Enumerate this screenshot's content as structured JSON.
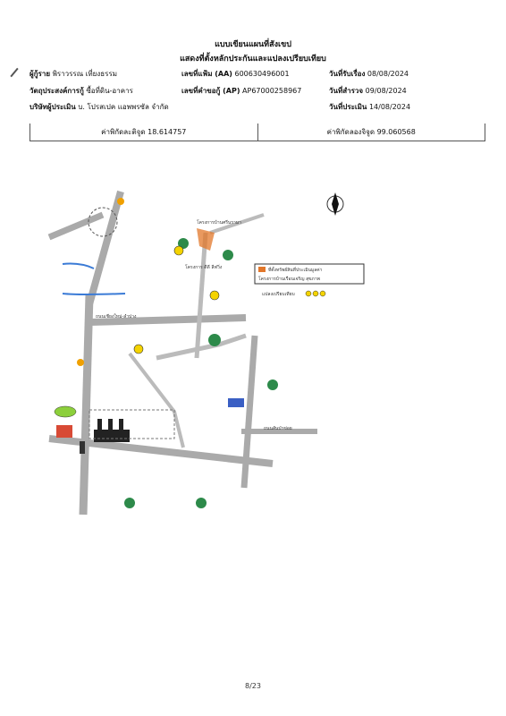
{
  "title_line1": "แบบเขียนแผนที่สังเขป",
  "title_line2": "แสดงที่ตั้งหลักประกันและแปลงเปรียบเทียบ",
  "info": {
    "applicant_label": "ผู้กู้ราย",
    "applicant_value": "พิราวรรณ เที่ยงธรรม",
    "file_label": "เลขที่แฟ้ม (AA)",
    "file_value": "600630496001",
    "received_label": "วันที่รับเรื่อง",
    "received_value": "08/08/2024",
    "purpose_label": "วัตถุประสงค์การกู้",
    "purpose_value": "ซื้อที่ดิน-อาคาร",
    "app_label": "เลขที่คำขอกู้ (AP)",
    "app_value": "AP67000258967",
    "survey_label": "วันที่สำรวจ",
    "survey_value": "09/08/2024",
    "company_label": "บริษัทผู้ประเมิน",
    "company_value": "บ. โปรสเปค แอพพรซัล จำกัด",
    "appraise_label": "วันที่ประเมิน",
    "appraise_value": "14/08/2024"
  },
  "coords": {
    "lat_label": "ค่าพิกัดละติจูด",
    "lat_value": "18.614757",
    "lon_label": "ค่าพิกัดลองจิจูด",
    "lon_value": "99.060568"
  },
  "map": {
    "road_a": "ถนนเชียงใหม่-ลำปาง",
    "road_b": "ถนนสันป่าข่อย",
    "village_a": "โครงการบ้านศรีนรามา",
    "village_b": "โครงการ ดีดี ลีฟวิ่ง",
    "legend_1": "ที่ตั้งทรัพย์สินที่ประเมินมูลค่า",
    "legend_2": "โครงการบ้านเรือนเจริญ สุขภาพ",
    "compare_label": "แปลงเปรียบเทียบ"
  },
  "page_number": "8/23"
}
